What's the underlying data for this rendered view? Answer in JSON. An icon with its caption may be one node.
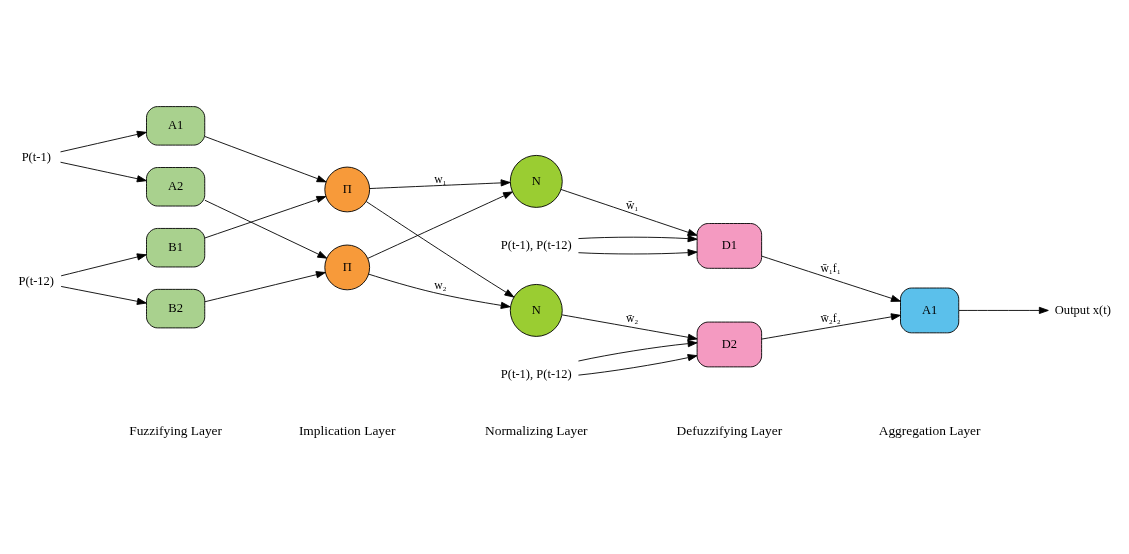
{
  "diagram": {
    "nodes": [
      {
        "text": [
          "P(t-1)"
        ]
      },
      {
        "text": [
          "P(t-12)"
        ]
      },
      {
        "text": [
          "A1"
        ]
      },
      {
        "text": [
          "A2"
        ]
      },
      {
        "text": [
          "B1"
        ]
      },
      {
        "text": [
          "B2"
        ]
      },
      {
        "text": [
          "Π"
        ]
      },
      {
        "text": [
          "Π"
        ]
      },
      {
        "text": [
          "N"
        ]
      },
      {
        "text": [
          "N"
        ]
      },
      {
        "text": [
          "P(t-1), P(t-12)"
        ]
      },
      {
        "text": [
          "P(t-1), P(t-12)"
        ]
      },
      {
        "text": [
          "D1"
        ]
      },
      {
        "text": [
          "D2"
        ]
      },
      {
        "text": [
          "A1"
        ]
      },
      {
        "text": [
          "Output x(t)"
        ]
      }
    ],
    "edges": [
      {
        "from": 0,
        "to": 2,
        "arrow": "to"
      },
      {
        "from": 0,
        "to": 3,
        "arrow": "to"
      },
      {
        "from": 1,
        "to": 4,
        "arrow": "to"
      },
      {
        "from": 1,
        "to": 5,
        "arrow": "to"
      },
      {
        "from": 2,
        "to": 6,
        "arrow": "to"
      },
      {
        "from": 4,
        "to": 6,
        "arrow": "to"
      },
      {
        "from": 3,
        "to": 7,
        "arrow": "to"
      },
      {
        "from": 5,
        "to": 7,
        "arrow": "to"
      },
      {
        "from": 6,
        "to": 8,
        "arrow": "to",
        "label": "w₁"
      },
      {
        "from": 6,
        "to": 9,
        "arrow": "to"
      },
      {
        "from": 7,
        "to": 8,
        "arrow": "to"
      },
      {
        "from": 7,
        "to": 9,
        "arrow": "to",
        "label": "w₂"
      },
      {
        "from": 8,
        "to": 12,
        "arrow": "to",
        "label": "w̄₁"
      },
      {
        "from": 9,
        "to": 13,
        "arrow": "to",
        "label": "w̄₂"
      },
      {
        "from": 10,
        "to": 12,
        "arrow": "to"
      },
      {
        "from": 10,
        "to": 12,
        "arrow": "to"
      },
      {
        "from": 11,
        "to": 13,
        "arrow": "to"
      },
      {
        "from": 11,
        "to": 13,
        "arrow": "to"
      },
      {
        "from": 12,
        "to": 14,
        "arrow": "to",
        "label": "w̄₁f₁"
      },
      {
        "from": 13,
        "to": 14,
        "arrow": "to",
        "label": "w̄₂f₂"
      },
      {
        "from": 14,
        "to": 15,
        "arrow": "to"
      }
    ],
    "labels": [
      "Fuzzifying Layer",
      "Implication Layer",
      "Normalizing Layer",
      "Defuzzifying Layer",
      "Aggregation Layer"
    ]
  }
}
